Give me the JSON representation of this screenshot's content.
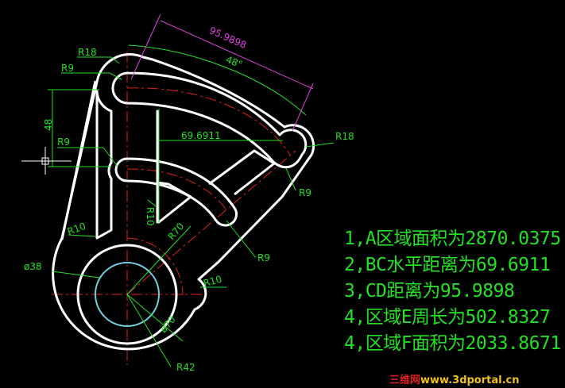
{
  "dimensions": {
    "top_length": "95.9898",
    "top_angle": "48°",
    "horizontal": "69.6911",
    "vertical": "48",
    "r18_top": "R18",
    "r18_right": "R18",
    "r9_top": "R9",
    "r9_mid": "R9",
    "r9_right": "R9",
    "r9_lower": "R9",
    "r10_left": "R10",
    "r10_center": "R10",
    "r10_right": "R10",
    "r70": "R70",
    "dia38": "ø38",
    "dia70": "ø70",
    "r42": "R42"
  },
  "notes": [
    "1,A区域面积为2870.0375",
    "2,BC水平距离为69.6911",
    "3,CD距离为95.9898",
    "4,区域E周长为502.8327",
    "4,区域F面积为2033.8671"
  ],
  "watermark": {
    "brand": "三维网",
    "url": "www.3dportal.cn"
  },
  "colors": {
    "background": "#000000",
    "outline": "#ffffff",
    "dimension": "#22e022",
    "centerline": "#e02020",
    "dimension_pink": "#e040e0",
    "circle": "#70d0e0"
  }
}
